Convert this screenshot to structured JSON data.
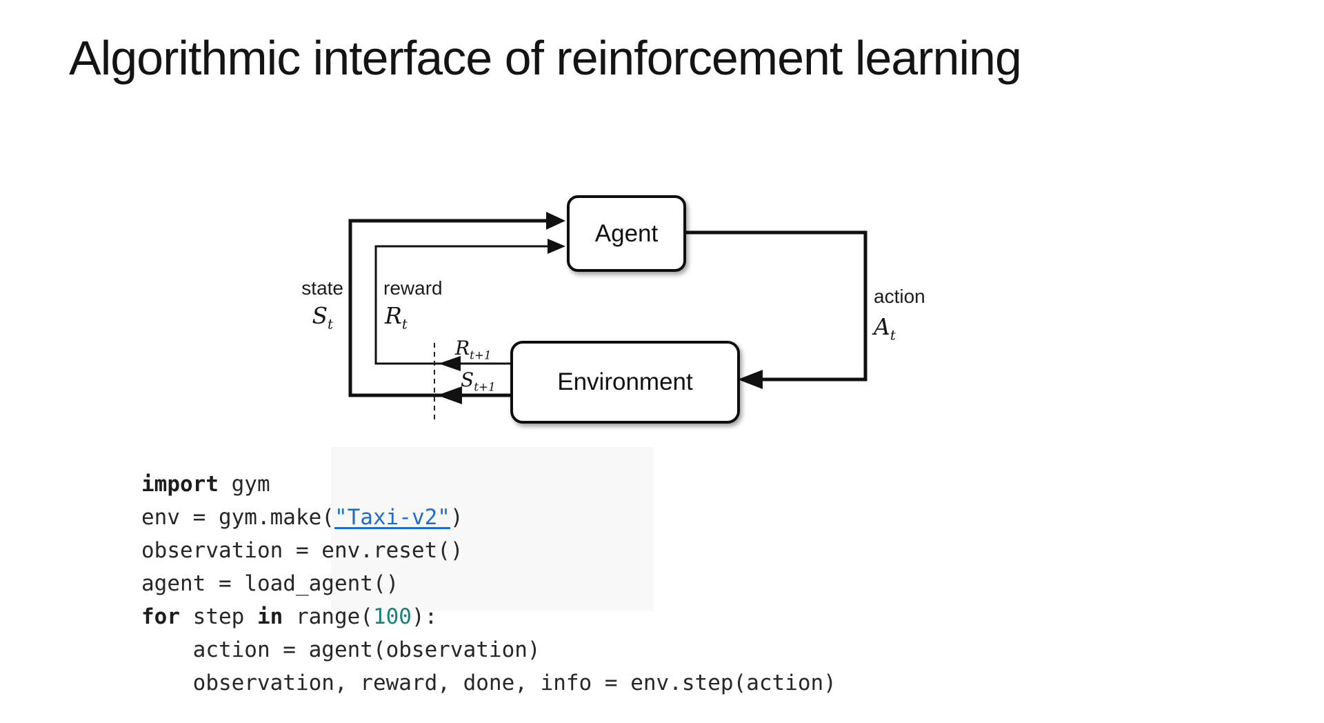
{
  "slide": {
    "title": "Algorithmic interface of reinforcement learning"
  },
  "diagram": {
    "agent_label": "Agent",
    "environment_label": "Environment",
    "state_label": "state",
    "state_symbol": "S",
    "state_sub": "t",
    "reward_label": "reward",
    "reward_symbol": "R",
    "reward_sub": "t",
    "action_label": "action",
    "action_symbol": "A",
    "action_sub": "t",
    "next_reward_symbol": "R",
    "next_reward_sub": "t+1",
    "next_state_symbol": "S",
    "next_state_sub": "t+1"
  },
  "code": {
    "lines": [
      [
        {
          "t": "import",
          "s": "kw"
        },
        {
          "t": " gym",
          "s": "p"
        }
      ],
      [
        {
          "t": "env = gym.make(",
          "s": "p"
        },
        {
          "t": "\"Taxi-v2\"",
          "s": "link"
        },
        {
          "t": ")",
          "s": "p"
        }
      ],
      [
        {
          "t": "observation = env.reset()",
          "s": "p"
        }
      ],
      [
        {
          "t": "agent = load_agent()",
          "s": "p"
        }
      ],
      [
        {
          "t": "for",
          "s": "kw"
        },
        {
          "t": " step ",
          "s": "p"
        },
        {
          "t": "in",
          "s": "kw"
        },
        {
          "t": " range(",
          "s": "p"
        },
        {
          "t": "100",
          "s": "num"
        },
        {
          "t": "):",
          "s": "p"
        }
      ],
      [
        {
          "t": "    action = agent(observation)",
          "s": "p"
        }
      ],
      [
        {
          "t": "    observation, reward, done, info = env.step(action)",
          "s": "p"
        }
      ]
    ]
  },
  "colors": {
    "link_blue": "#1b6fd2",
    "number_teal": "#17807e",
    "line_black": "#111111"
  }
}
